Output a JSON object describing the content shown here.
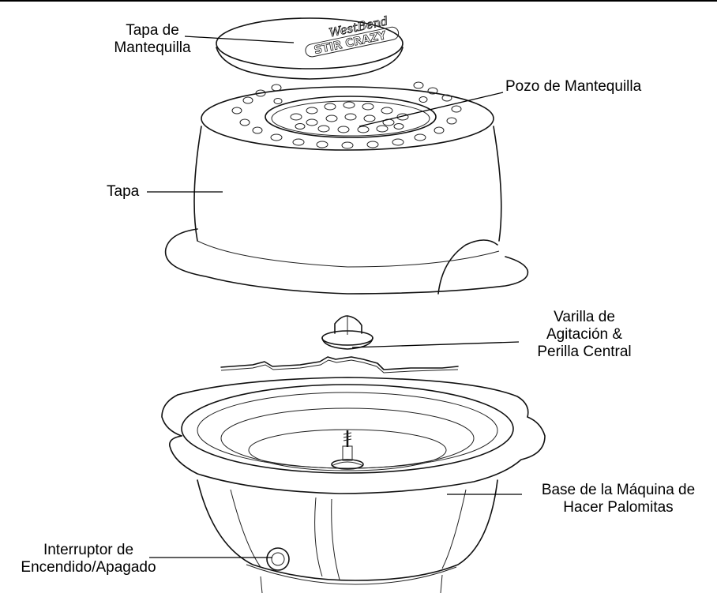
{
  "labels": {
    "butter_lid": [
      "Tapa de",
      "Mantequilla"
    ],
    "butter_well": "Pozo de Mantequilla",
    "lid": "Tapa",
    "stir_rod": [
      "Varilla de",
      "Agitación &",
      "Perilla Central"
    ],
    "base": [
      "Base de la Máquina de",
      "Hacer Palomitas"
    ],
    "switch": [
      "Interruptor de",
      "Encendido/Apagado"
    ]
  },
  "logo": {
    "brand": "WestBend",
    "product": "STIR CRAZY"
  }
}
